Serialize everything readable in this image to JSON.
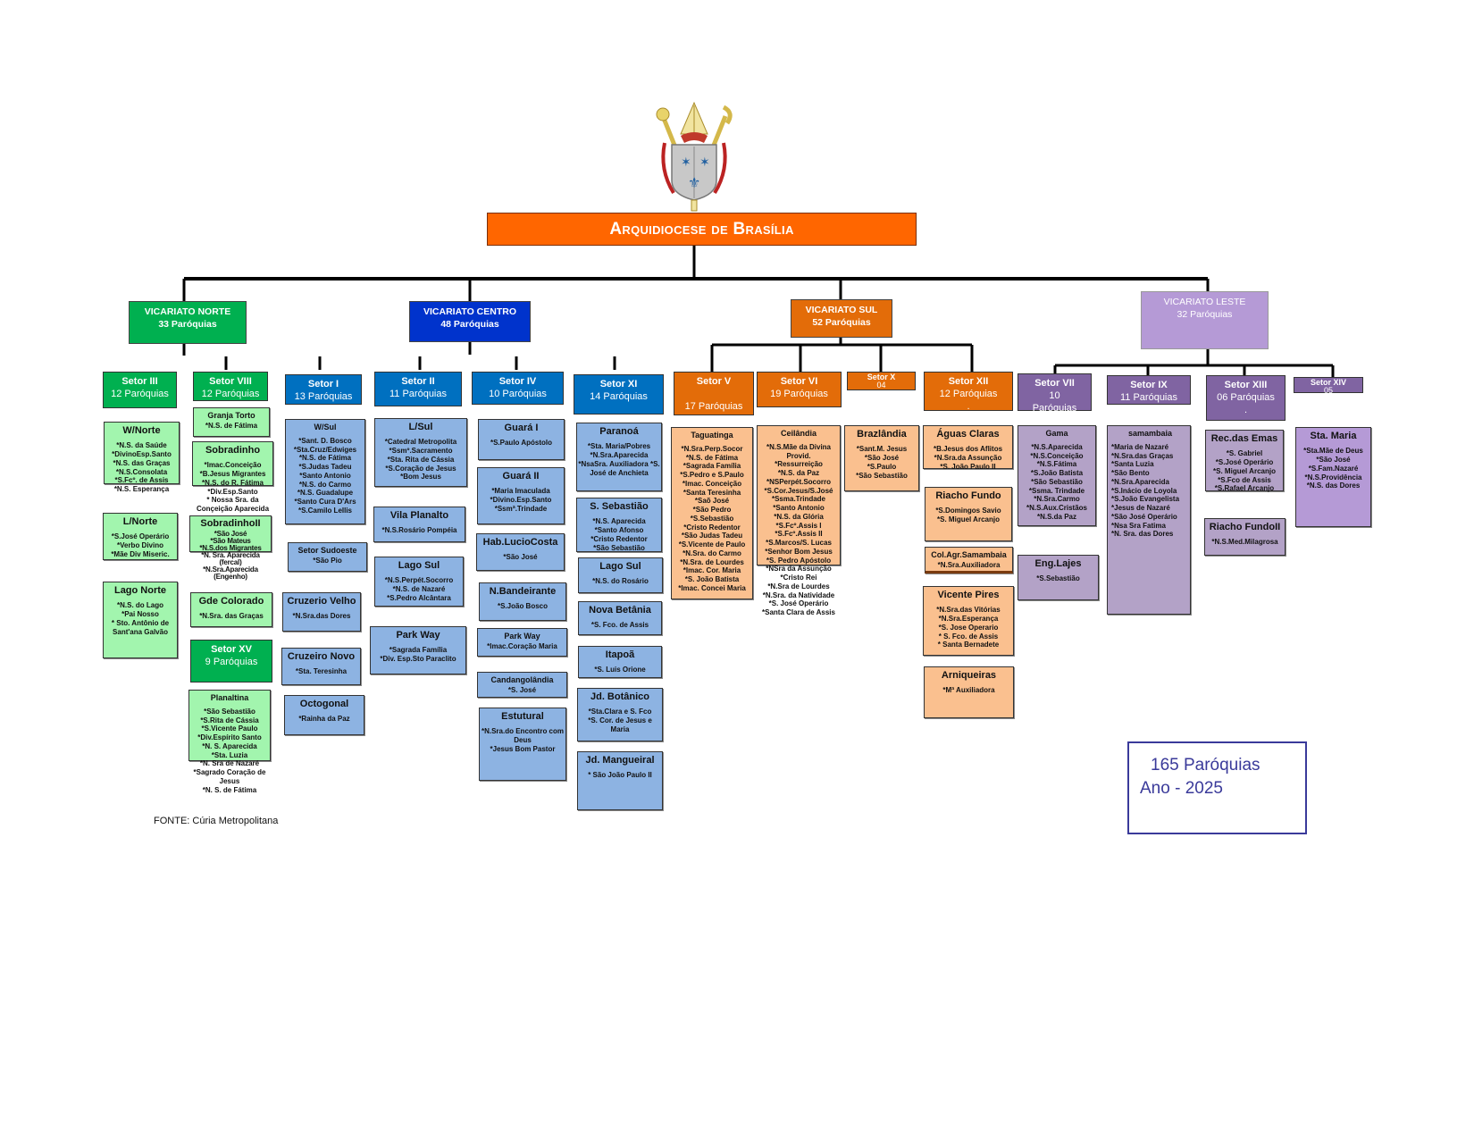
{
  "title": "Arquidiocese de Brasília",
  "colors": {
    "title": "#ff6600",
    "norte_dark": "#00b050",
    "norte_light": "#a2f5ae",
    "centro_dark": "#0033cc",
    "centro_setor": "#0070c0",
    "centro_light": "#8db3e2",
    "sul_dark": "#e36c09",
    "sul_light": "#fac08f",
    "leste_dark": "#b59ad6",
    "leste_setor": "#8064a2",
    "leste_light": "#b3a2c7"
  },
  "vicariates": [
    {
      "name": "VICARIATO NORTE",
      "count": "33 Paróquias",
      "theme": "norte",
      "setores": [
        {
          "name": "Setor III",
          "count": "12 Paróquias",
          "communities": [
            {
              "name": "W/Norte",
              "parishes": [
                "*N.S. da Saúde",
                "*DivinoEsp.Santo",
                "*N.S. das Graças",
                "*N.S.Consolata",
                "*S.Fcº. de Assis",
                "*N.S. Esperança"
              ]
            },
            {
              "name": "L/Norte",
              "parishes": [
                "*S.José Operário",
                "*Verbo Divino",
                "*Mãe Div Miseric."
              ]
            },
            {
              "name": "Lago Norte",
              "parishes": [
                "*N.S. do Lago",
                "*Pai Nosso",
                "* Sto. Antônio de Sant'ana Galvão"
              ]
            }
          ]
        },
        {
          "name": "Setor VIII",
          "count": "12 Paróquias",
          "communities": [
            {
              "name": "Granja Torto",
              "parishes": [
                "*N.S. de Fátima"
              ]
            },
            {
              "name": "Sobradinho",
              "parishes": [
                "*Imac.Conceição",
                "*B.Jesus Migrantes",
                "*N.S. do R. Fátima",
                "*Div.Esp.Santo",
                "* Nossa Sra. da Conçeição Aparecida"
              ]
            },
            {
              "name": "SobradinhoII",
              "parishes": [
                "*São José",
                "*São Mateus",
                "*N.S.dos Migrantes",
                "*N. Sra. Aparecida (fercal)",
                "*N.Sra.Aparecida (Engenho)"
              ]
            },
            {
              "name": "Gde Colorado",
              "parishes": [
                "*N.Sra. das Graças"
              ]
            }
          ]
        },
        {
          "name": "Setor XV",
          "count": "9 Paróquias",
          "communities": [
            {
              "name": "Planaltina",
              "parishes": [
                "*São Sebastião",
                "*S.Rita de Cássia",
                "*S.Vicente Paulo",
                "*Div.Espírito Santo",
                "*N. S. Aparecida",
                "*Sta. Luzia",
                "*N. Sra de Nazaré",
                "*Sagrado Coração de Jesus",
                "*N. S. de Fátima"
              ]
            }
          ]
        }
      ]
    },
    {
      "name": "VICARIATO CENTRO",
      "count": "48 Paróquias",
      "theme": "centro",
      "setores": [
        {
          "name": "Setor I",
          "count": "13 Paróquias",
          "communities": [
            {
              "name": "W/Sul",
              "parishes": [
                "*Sant. D. Bosco",
                "*Sta.Cruz/Edwiges",
                "*N.S. de Fátima",
                "*S.Judas Tadeu",
                "*Santo Antonio",
                "*N.S. do Carmo",
                "*N.S. Guadalupe",
                "*Santo Cura D'Ars",
                "*S.Camilo Lellis"
              ]
            },
            {
              "name": "Setor Sudoeste",
              "parishes": [
                "*São Pio"
              ]
            },
            {
              "name": "Cruzerio Velho",
              "parishes": [
                "*N.Sra.das Dores"
              ]
            },
            {
              "name": "Cruzeiro Novo",
              "parishes": [
                "*Sta. Teresinha"
              ]
            },
            {
              "name": "Octogonal",
              "parishes": [
                "*Rainha da Paz"
              ]
            }
          ]
        },
        {
          "name": "Setor II",
          "count": "11 Paróquias",
          "communities": [
            {
              "name": "L/Sul",
              "parishes": [
                "*Catedral Metropolita",
                "*Ssmº.Sacramento",
                "*Sta. Rita de Cássia",
                "*S.Coração de Jesus",
                "*Bom Jesus"
              ]
            },
            {
              "name": "Vila Planalto",
              "parishes": [
                "*N.S.Rosário Pompéia"
              ]
            },
            {
              "name": "Lago Sul",
              "parishes": [
                "*N.S.Perpét.Socorro",
                "*N.S. de Nazaré",
                "*S.Pedro Alcântara"
              ]
            },
            {
              "name": "Park Way",
              "parishes": [
                "*Sagrada Família",
                "*Div. Esp.Sto Paraclito"
              ]
            }
          ]
        },
        {
          "name": "Setor IV",
          "count": "10 Paróquias",
          "communities": [
            {
              "name": "Guará I",
              "parishes": [
                "*S.Paulo Apóstolo"
              ]
            },
            {
              "name": "Guará II",
              "parishes": [
                "*Maria Imaculada",
                "*Divino.Esp.Santo",
                "*Ssmª.Trindade"
              ]
            },
            {
              "name": "Hab.LucioCosta",
              "parishes": [
                "*São José"
              ]
            },
            {
              "name": "N.Bandeirante",
              "parishes": [
                "*S.João Bosco"
              ]
            },
            {
              "name": "Park Way",
              "parishes": [
                "*Imac.Coração Maria"
              ]
            },
            {
              "name": "Candangolândia",
              "parishes": [
                "*S. José"
              ]
            },
            {
              "name": "Estutural",
              "parishes": [
                "*N.Sra.do Encontro com Deus",
                "*Jesus Bom Pastor"
              ]
            }
          ]
        },
        {
          "name": "Setor XI",
          "count": "14 Paróquias",
          "communities": [
            {
              "name": "Paranoá",
              "parishes": [
                "*Sta. Maria/Pobres",
                "*N.Sra.Aparecida",
                "*NsaSra. Auxiliadora *S. José de Anchieta"
              ]
            },
            {
              "name": "S. Sebastião",
              "parishes": [
                "*N.S. Aparecida",
                "*Santo Afonso",
                "*Cristo Redentor",
                "*São Sebastião"
              ]
            },
            {
              "name": "Lago Sul",
              "parishes": [
                "*N.S. do Rosário"
              ]
            },
            {
              "name": "Nova Betânia",
              "parishes": [
                "*S. Fco. de Assis"
              ]
            },
            {
              "name": "Itapoã",
              "parishes": [
                "*S. Luis Orione"
              ]
            },
            {
              "name": "Jd. Botânico",
              "parishes": [
                "*Sta.Clara e S. Fco",
                "*S. Cor. de Jesus e Maria"
              ]
            },
            {
              "name": "Jd. Mangueiral",
              "parishes": [
                "* São João Paulo II"
              ]
            }
          ]
        }
      ]
    },
    {
      "name": "VICARIATO SUL",
      "count": "52 Paróquias",
      "theme": "sul",
      "setores": [
        {
          "name": "Setor V",
          "count": "\n17 Paróquias",
          "communities": [
            {
              "name": "Taguatinga",
              "parishes": [
                "*N.Sra.Perp.Socor",
                "*N.S. de Fátima",
                "*Sagrada Família",
                "*S.Pedro e S.Paulo",
                "*Imac. Conceição",
                "*Santa Teresinha",
                "*Saõ José",
                "*São Pedro",
                "*S.Sebastião",
                "*Cristo Redentor",
                "*São Judas Tadeu",
                "*S.Vicente de Paulo",
                "*N.Sra. do Carmo",
                "*N.Sra. de Lourdes",
                "*Imac. Cor. Maria",
                "*S. João Batista",
                "*Imac. Concei Maria"
              ]
            }
          ]
        },
        {
          "name": "Setor VI",
          "count": "19 Paróquias",
          "communities": [
            {
              "name": "Ceilândia",
              "parishes": [
                "*N.S.Mãe da Divina Provid.",
                "*Ressurreição",
                "*N.S. da Paz",
                "*NSPerpét.Socorro",
                "*S.Cor.Jesus/S.José",
                "*Ssma.Trindade",
                "*Santo Antonio",
                "*N.S. da Glória",
                "*S.Fcº.Assis I",
                "*S.Fcº.Assis II",
                "*S.Marcos/S. Lucas",
                "*Senhor Bom Jesus",
                "*S. Pedro Apóstolo",
                "*NSra da Assunção",
                "*Cristo Rei",
                "*N.Sra de Lourdes",
                "*N.Sra. da Natividade",
                "*S. José Operário",
                "*Santa Clara de Assis"
              ]
            }
          ]
        },
        {
          "name": "Setor X",
          "count": "04",
          "communities": [
            {
              "name": "Brazlândia",
              "parishes": [
                "*Sant.M. Jesus",
                "*São José",
                "*S.Paulo",
                "*São Sebastião"
              ]
            }
          ]
        },
        {
          "name": "Setor XII",
          "count": "12 Paróquias\n.",
          "communities": [
            {
              "name": "Águas Claras",
              "parishes": [
                "*B.Jesus dos Aflitos",
                "*N.Sra.da Assunção",
                "*S. João Paulo II"
              ]
            },
            {
              "name": "Riacho Fundo",
              "parishes": [
                "*S.Domingos Savio",
                "*S. Miguel Arcanjo"
              ]
            },
            {
              "name": "Col.Agr.Samambaia",
              "parishes": [
                "*N.Sra.Auxiliadora"
              ]
            },
            {
              "name": "Vicente Pires",
              "parishes": [
                "*N.Sra.das Vitórias",
                "*N.Sra.Esperança",
                "*S. Jose Operario",
                "* S. Fco. de Assis",
                "* Santa Bernadete"
              ]
            },
            {
              "name": "Arniqueiras",
              "parishes": [
                "*Mª Auxiliadora"
              ]
            }
          ]
        }
      ]
    },
    {
      "name": "VICARIATO  LESTE",
      "count": "32 Paróquias",
      "theme": "leste",
      "setores": [
        {
          "name": "Setor VII",
          "count": "10\nParóquias",
          "communities": [
            {
              "name": "Gama",
              "parishes": [
                "*N.S.Aparecida",
                "*N.S.Conceição",
                "*N.S.Fátima",
                "*S.João Batista",
                "*São Sebastião",
                "*Ssma. Trindade",
                "*N.Sra.Carmo",
                "*N.S.Aux.Cristãos",
                "*N.S.da Paz"
              ]
            },
            {
              "name": "Eng.Lajes",
              "parishes": [
                "*S.Sebastião"
              ]
            }
          ]
        },
        {
          "name": "Setor IX",
          "count": "11 Paróquias",
          "communities": [
            {
              "name": "samambaia",
              "parishes": [
                "*Maria de Nazaré",
                "*N.Sra.das Graças",
                "*Santa Luzia",
                "*São Bento",
                "*N.Sra.Aparecida",
                "*S.Inácio de Loyola",
                "*S.João Evangelista",
                "*Jesus de Nazaré",
                "*São José Operário",
                "*Nsa Sra Fatima",
                "*N. Sra. das Dores"
              ]
            }
          ]
        },
        {
          "name": "Setor XIII",
          "count": "06 Paróquias\n.",
          "communities": [
            {
              "name": "Rec.das Emas",
              "parishes": [
                "*S. Gabriel",
                "*S.José Operário",
                "*S. Miguel Arcanjo",
                "*S.Fco de Assis",
                "*S.Rafael Arcanjo"
              ]
            },
            {
              "name": "Riacho FundoII",
              "parishes": [
                "*N.S.Med.Milagrosa"
              ]
            }
          ]
        },
        {
          "name": "Setor XIV",
          "count": "05",
          "communities": [
            {
              "name": "Sta. Maria",
              "parishes": [
                "*Sta.Mãe de Deus",
                "*São José",
                "*S.Fam.Nazaré",
                "*N.S.Providência",
                "*N.S. das Dores"
              ]
            }
          ]
        }
      ]
    }
  ],
  "summary": {
    "total": "165 Paróquias",
    "year": "Ano - 2025"
  },
  "source": "FONTE: Cúria Metropolitana"
}
